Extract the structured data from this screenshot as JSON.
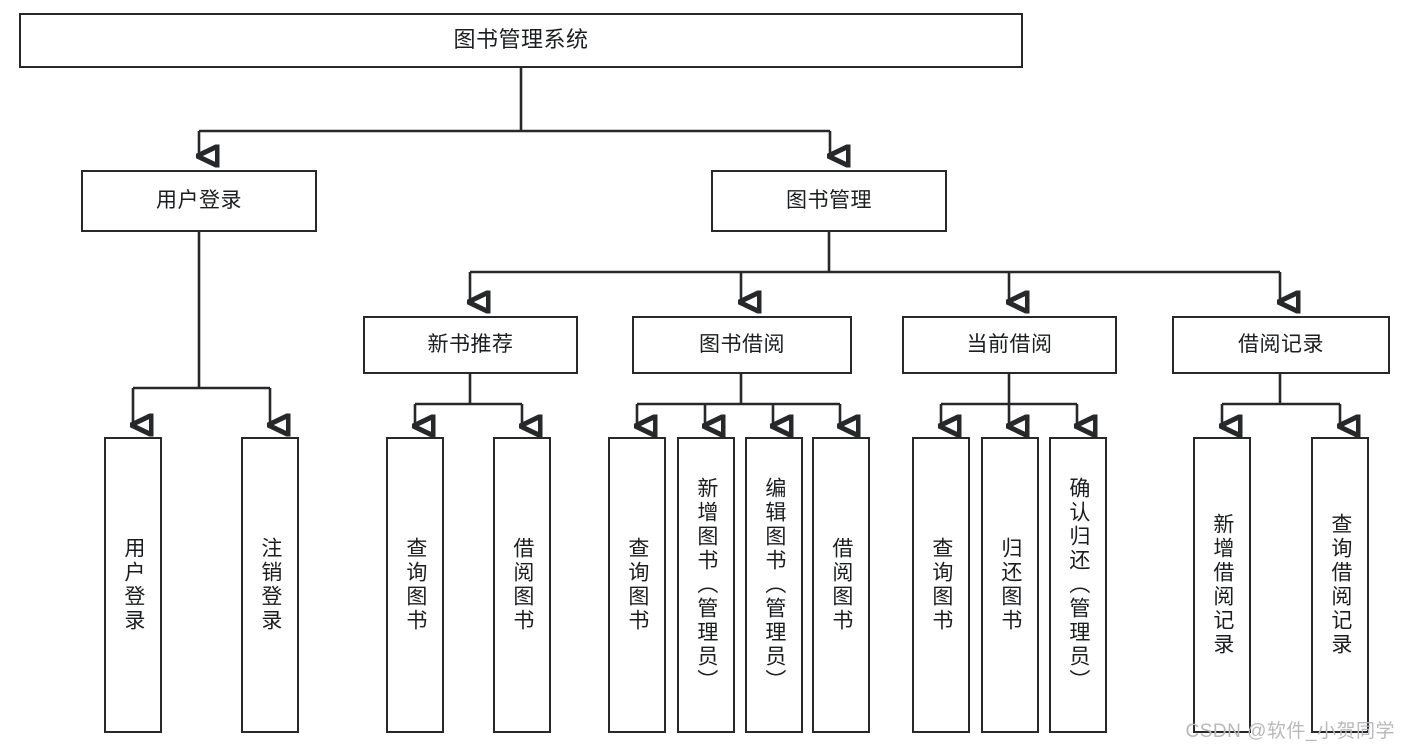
{
  "diagram": {
    "title": "图书管理系统",
    "type": "tree-hierarchy-chart",
    "watermark": "CSDN @软件_小贺同学",
    "colors": {
      "stroke": "#26282a",
      "fill": "#ffffff",
      "text": "#1b1d1f",
      "watermark": "#b9b9bb"
    },
    "levels": {
      "level1": [
        {
          "id": "root",
          "label": "图书管理系统",
          "orientation": "horizontal"
        }
      ],
      "level2": [
        {
          "id": "user-login",
          "label": "用户登录",
          "orientation": "horizontal"
        },
        {
          "id": "book-manage",
          "label": "图书管理",
          "orientation": "horizontal"
        }
      ],
      "level3": [
        {
          "id": "new-book-rec",
          "label": "新书推荐",
          "orientation": "horizontal",
          "parent": "book-manage"
        },
        {
          "id": "book-borrow",
          "label": "图书借阅",
          "orientation": "horizontal",
          "parent": "book-manage"
        },
        {
          "id": "current-borrow",
          "label": "当前借阅",
          "orientation": "horizontal",
          "parent": "book-manage"
        },
        {
          "id": "borrow-record",
          "label": "借阅记录",
          "orientation": "horizontal",
          "parent": "book-manage"
        }
      ],
      "level4": [
        {
          "id": "leaf-user-login",
          "label": "用户登录",
          "orientation": "vertical",
          "parent": "user-login"
        },
        {
          "id": "leaf-logout",
          "label": "注销登录",
          "orientation": "vertical",
          "parent": "user-login"
        },
        {
          "id": "leaf-query-book-1",
          "label": "查询图书",
          "orientation": "vertical",
          "parent": "new-book-rec"
        },
        {
          "id": "leaf-borrow-book-1",
          "label": "借阅图书",
          "orientation": "vertical",
          "parent": "new-book-rec"
        },
        {
          "id": "leaf-query-book-2",
          "label": "查询图书",
          "orientation": "vertical",
          "parent": "book-borrow"
        },
        {
          "id": "leaf-add-book",
          "label": "新增图书（管理员）",
          "orientation": "vertical",
          "parent": "book-borrow"
        },
        {
          "id": "leaf-edit-book",
          "label": "编辑图书（管理员）",
          "orientation": "vertical",
          "parent": "book-borrow"
        },
        {
          "id": "leaf-borrow-book-2",
          "label": "借阅图书",
          "orientation": "vertical",
          "parent": "book-borrow"
        },
        {
          "id": "leaf-query-book-3",
          "label": "查询图书",
          "orientation": "vertical",
          "parent": "current-borrow"
        },
        {
          "id": "leaf-return-book",
          "label": "归还图书",
          "orientation": "vertical",
          "parent": "current-borrow"
        },
        {
          "id": "leaf-confirm-return",
          "label": "确认归还（管理员）",
          "orientation": "vertical",
          "parent": "current-borrow"
        },
        {
          "id": "leaf-add-record",
          "label": "新增借阅记录",
          "orientation": "vertical",
          "parent": "borrow-record"
        },
        {
          "id": "leaf-query-record",
          "label": "查询借阅记录",
          "orientation": "vertical",
          "parent": "borrow-record"
        }
      ]
    }
  }
}
